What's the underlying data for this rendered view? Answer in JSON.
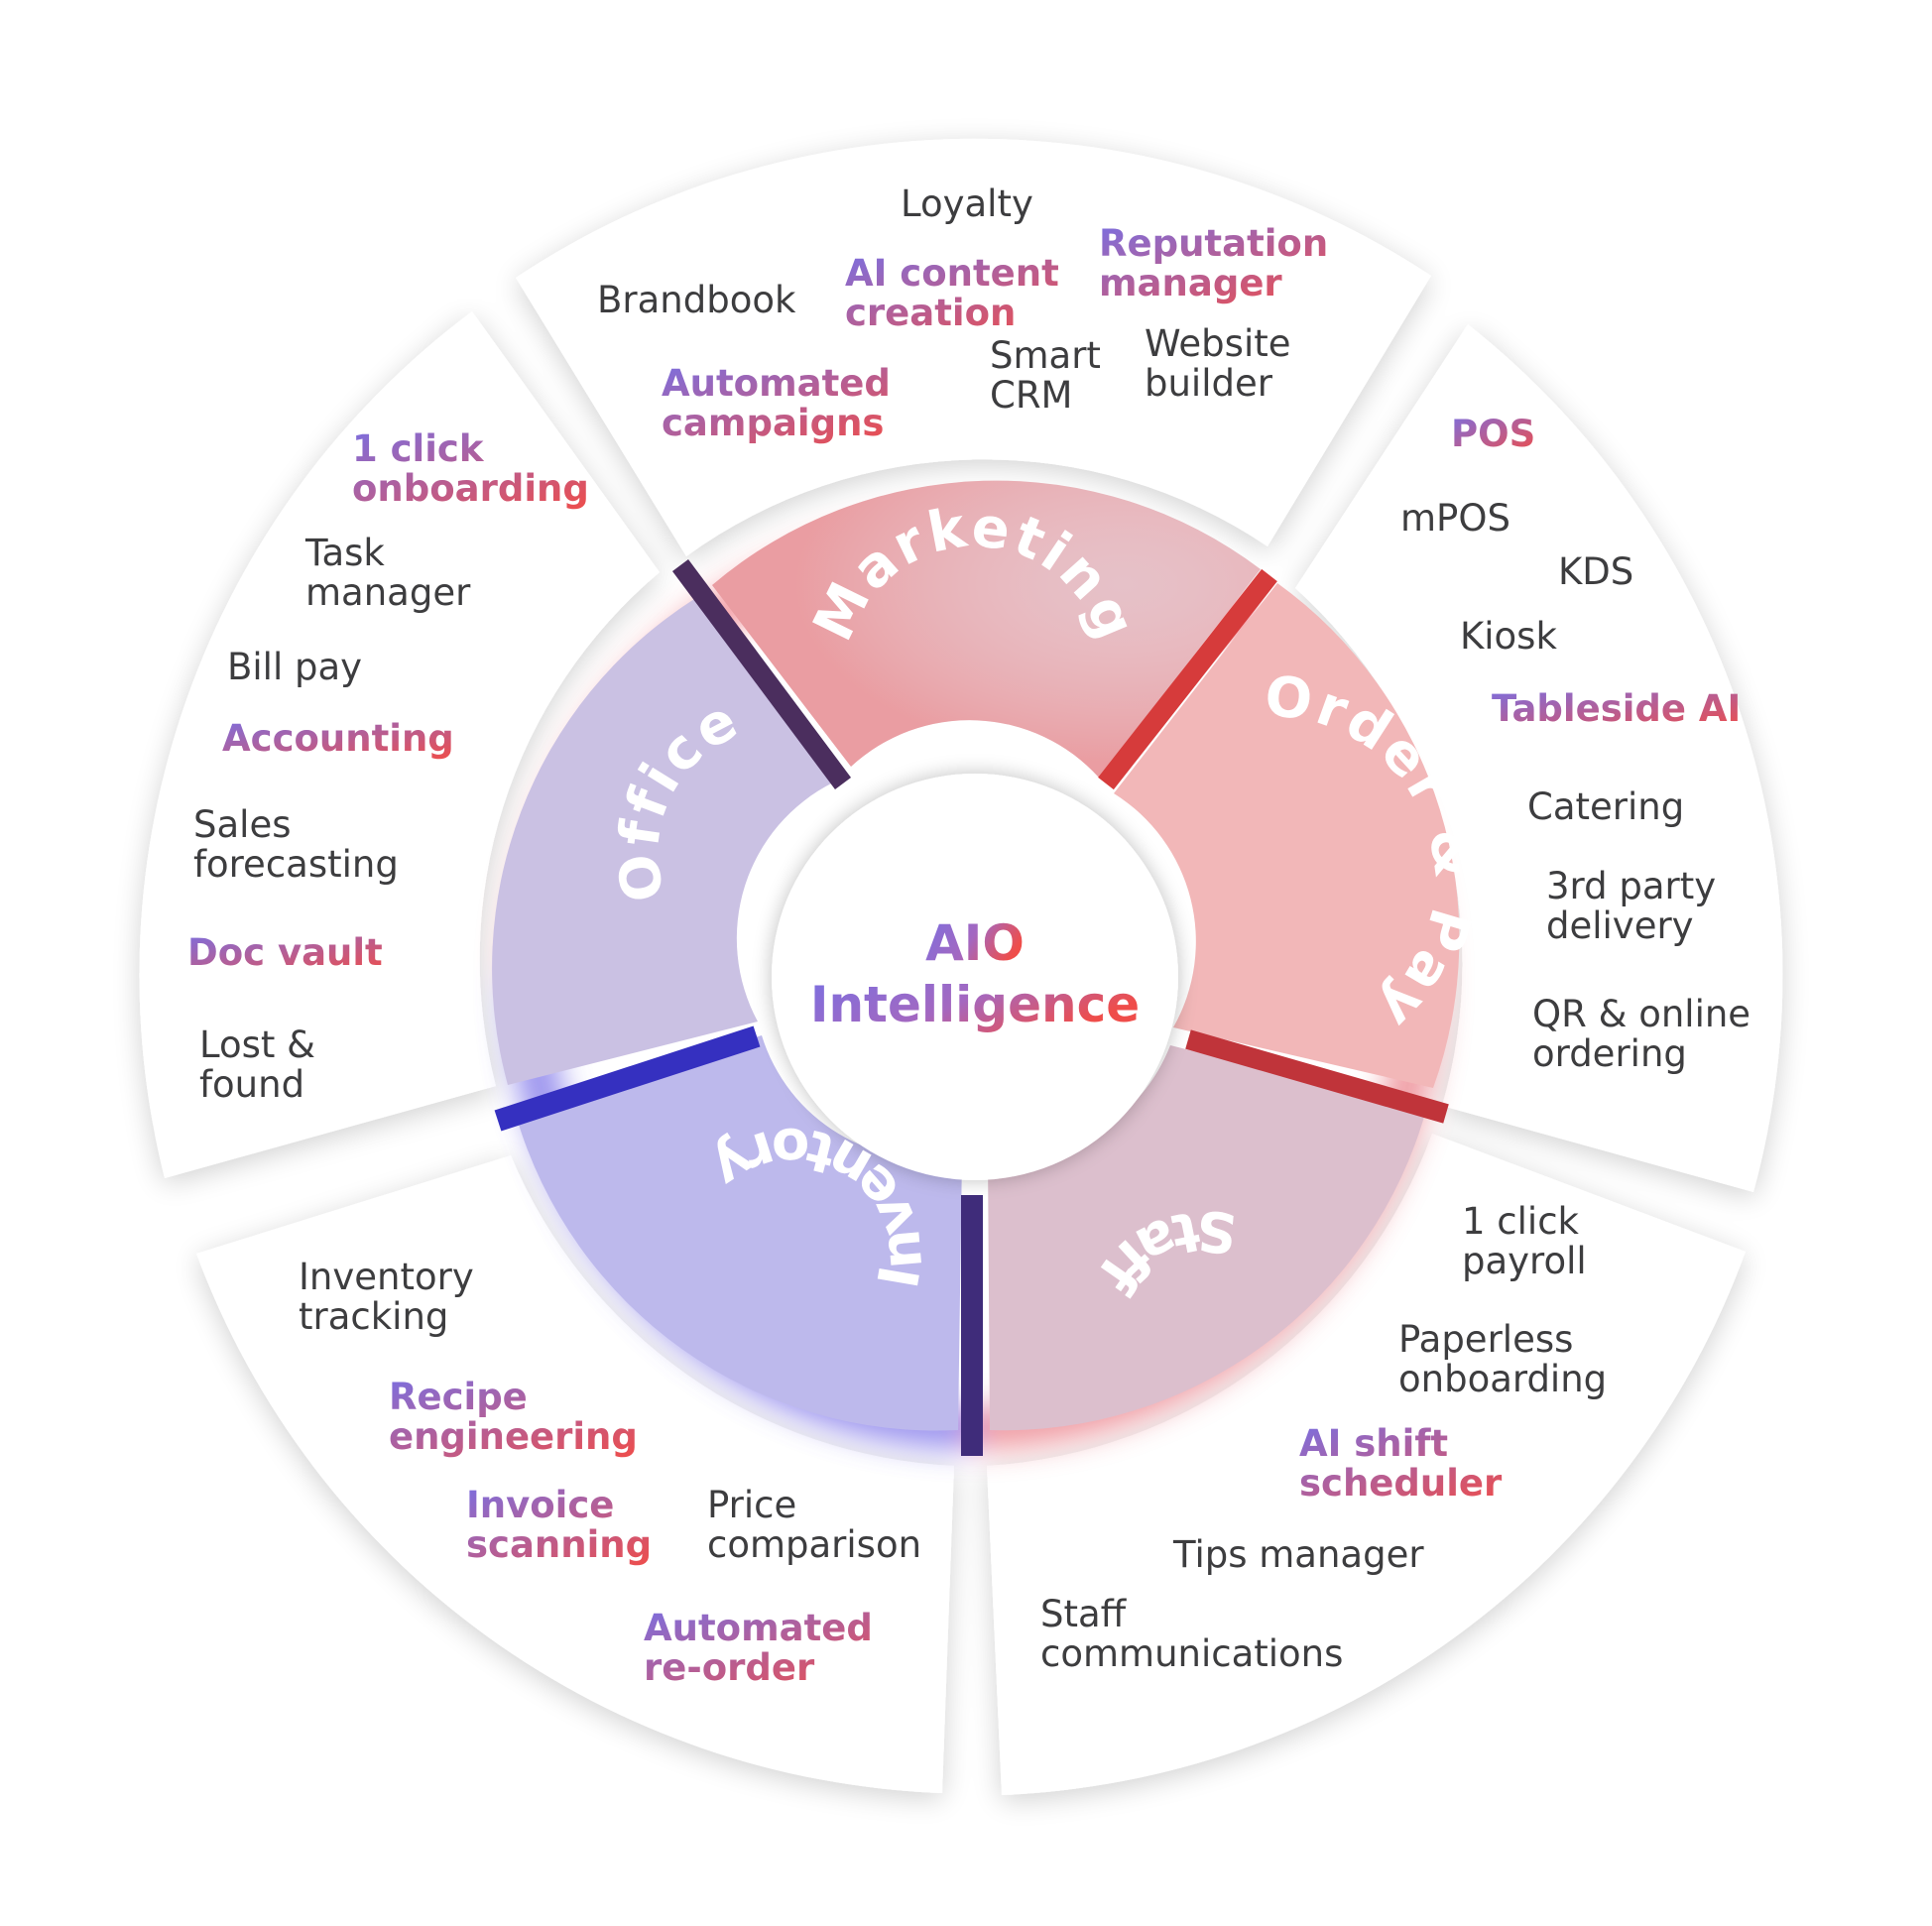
{
  "center": {
    "line1": "AIO",
    "line2": "Intelligence"
  },
  "colors": {
    "accent_purple": "#7b6fe0",
    "accent_red": "#ef4d4a",
    "plain_text": "#3d3d3f",
    "marketing_fill": "#e7bfc5",
    "order_fill": "#f3b2b2",
    "staff_fill": "#dcbccb",
    "inventory_fill": "#bcb7ec",
    "office_fill": "#c9bfe2"
  },
  "segments": [
    {
      "key": "marketing",
      "label": "Marketing",
      "features": [
        {
          "lines": [
            "Loyalty"
          ],
          "accent": false
        },
        {
          "lines": [
            "Reputation",
            "manager"
          ],
          "accent": true
        },
        {
          "lines": [
            "Brandbook"
          ],
          "accent": false
        },
        {
          "lines": [
            "AI content",
            "creation"
          ],
          "accent": true
        },
        {
          "lines": [
            "Website",
            "builder"
          ],
          "accent": false
        },
        {
          "lines": [
            "Smart",
            "CRM"
          ],
          "accent": false
        },
        {
          "lines": [
            "Automated",
            "campaigns"
          ],
          "accent": true
        }
      ]
    },
    {
      "key": "order_pay",
      "label": "Order & Pay",
      "features": [
        {
          "lines": [
            "POS"
          ],
          "accent": true
        },
        {
          "lines": [
            "mPOS"
          ],
          "accent": false
        },
        {
          "lines": [
            "KDS"
          ],
          "accent": false
        },
        {
          "lines": [
            "Kiosk"
          ],
          "accent": false
        },
        {
          "lines": [
            "Tableside AI"
          ],
          "accent": true
        },
        {
          "lines": [
            "Catering"
          ],
          "accent": false
        },
        {
          "lines": [
            "3rd party",
            "delivery"
          ],
          "accent": false
        },
        {
          "lines": [
            "QR & online",
            "ordering"
          ],
          "accent": false
        }
      ]
    },
    {
      "key": "staff",
      "label": "Staff",
      "features": [
        {
          "lines": [
            "1 click",
            "payroll"
          ],
          "accent": false
        },
        {
          "lines": [
            "Paperless",
            "onboarding"
          ],
          "accent": false
        },
        {
          "lines": [
            "AI shift",
            "scheduler"
          ],
          "accent": true
        },
        {
          "lines": [
            "Tips manager"
          ],
          "accent": false
        },
        {
          "lines": [
            "Staff",
            "communications"
          ],
          "accent": false
        }
      ]
    },
    {
      "key": "inventory",
      "label": "Inventory",
      "features": [
        {
          "lines": [
            "Inventory",
            "tracking"
          ],
          "accent": false
        },
        {
          "lines": [
            "Recipe",
            "engineering"
          ],
          "accent": true
        },
        {
          "lines": [
            "Invoice",
            "scanning"
          ],
          "accent": true
        },
        {
          "lines": [
            "Price",
            "comparison"
          ],
          "accent": false
        },
        {
          "lines": [
            "Automated",
            "re-order"
          ],
          "accent": true
        }
      ]
    },
    {
      "key": "office",
      "label": "Office",
      "features": [
        {
          "lines": [
            "1 click",
            "onboarding"
          ],
          "accent": true
        },
        {
          "lines": [
            "Task",
            "manager"
          ],
          "accent": false
        },
        {
          "lines": [
            "Bill pay"
          ],
          "accent": false
        },
        {
          "lines": [
            "Accounting"
          ],
          "accent": true
        },
        {
          "lines": [
            "Sales",
            "forecasting"
          ],
          "accent": false
        },
        {
          "lines": [
            "Doc vault"
          ],
          "accent": true
        },
        {
          "lines": [
            "Lost &",
            "found"
          ],
          "accent": false
        }
      ]
    }
  ]
}
